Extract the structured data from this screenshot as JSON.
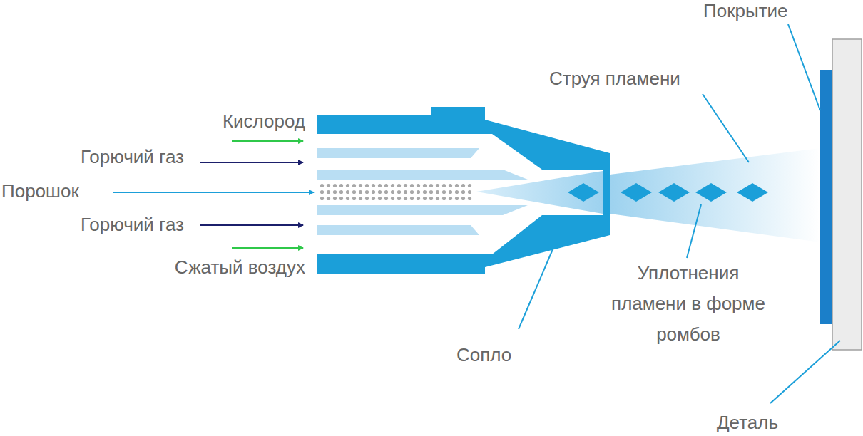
{
  "diagram": {
    "labels": [
      "Покрытие",
      "Струя пламени",
      "Кислород",
      "Горючий газ",
      "Порошок",
      "Горючий газ",
      "Сжатый воздух",
      "Уплотнения пламени в форме ромбов",
      "Сопло",
      "Деталь"
    ]
  }
}
